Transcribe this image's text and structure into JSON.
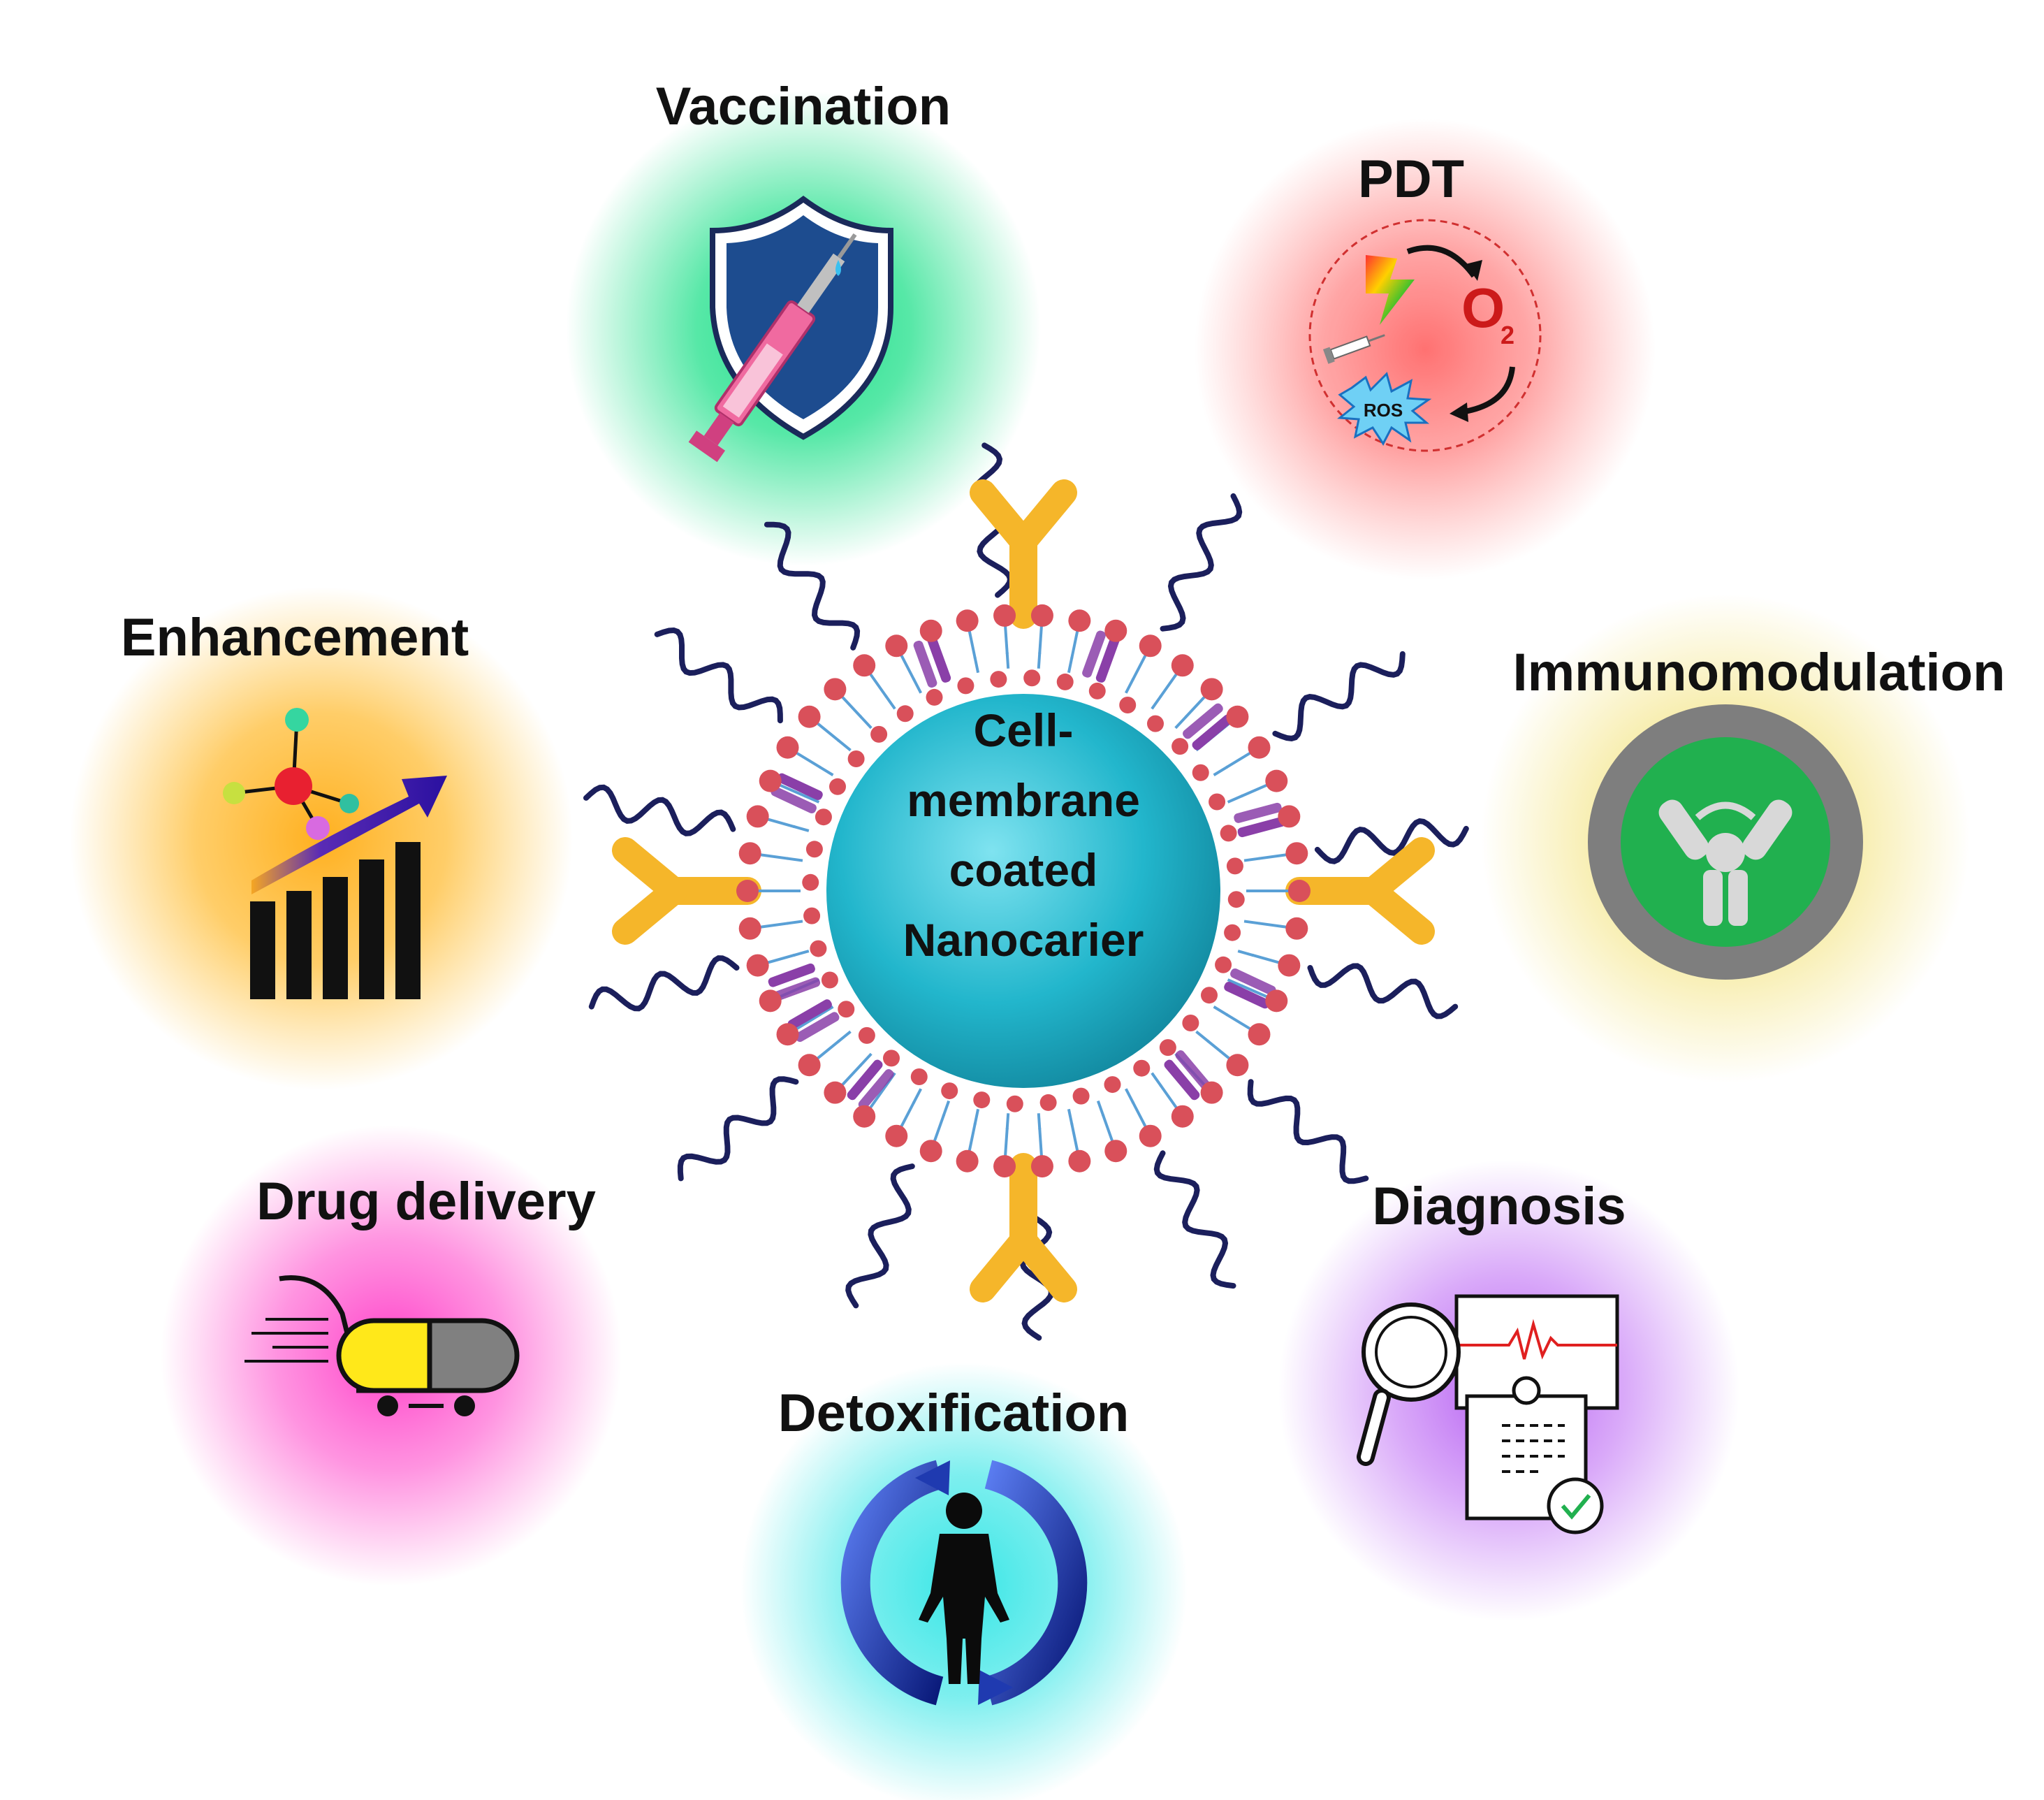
{
  "center": {
    "lines": [
      "Cell-",
      "membrane",
      "coated",
      "Nanocarier"
    ]
  },
  "applications": [
    {
      "id": "vaccination",
      "label": "Vaccination",
      "glow": "#1fe08a",
      "icon": "shield-syringe-icon"
    },
    {
      "id": "pdt",
      "label": "PDT",
      "glow": "#ff6a6a",
      "icon": "pdt-cycle-icon"
    },
    {
      "id": "immunomodulation",
      "label": "Immunomodulation",
      "glow": "#f2e070",
      "icon": "antibody-badge-icon"
    },
    {
      "id": "diagnosis",
      "label": "Diagnosis",
      "glow": "#b35cf0",
      "icon": "magnifier-report-icon"
    },
    {
      "id": "detoxification",
      "label": "Detoxification",
      "glow": "#38e6e6",
      "icon": "person-recycle-icon"
    },
    {
      "id": "drug-delivery",
      "label": "Drug delivery",
      "glow": "#ff40c8",
      "icon": "pill-cart-icon"
    },
    {
      "id": "enhancement",
      "label": "Enhancement",
      "glow": "#ffb020",
      "icon": "growth-chart-icon"
    }
  ],
  "pdt_icon": {
    "o2_main": "O",
    "o2_sub": "2",
    "ros": "ROS"
  },
  "colors": {
    "core": "#1aa6bd",
    "lipid_head": "#d9505a",
    "lipid_tail": "#5aa0d6",
    "channel": "#8a3fa8",
    "antibody": "#f5b62a",
    "glycan": "#1b1f5c"
  }
}
